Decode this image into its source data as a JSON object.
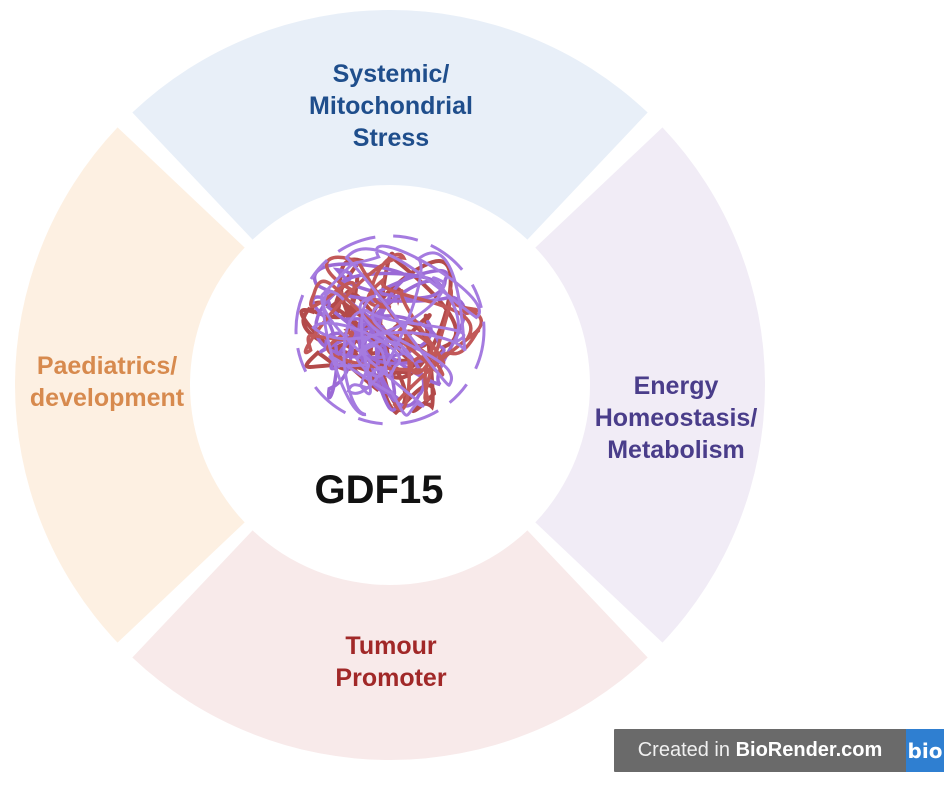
{
  "center": {
    "title": "GDF15"
  },
  "segments": {
    "top": {
      "lines": [
        "Systemic/",
        "Mitochondrial",
        "Stress"
      ],
      "color": "#1f4e8c",
      "fill": "#e8eff8"
    },
    "right": {
      "lines": [
        "Energy",
        "Homeostasis/",
        "Metabolism"
      ],
      "color": "#4a3d8a",
      "fill": "#f1ecf6"
    },
    "bottom": {
      "lines": [
        "Tumour",
        "Promoter"
      ],
      "color": "#a12828",
      "fill": "#f8eaea"
    },
    "left": {
      "lines": [
        "Paediatrics/",
        "development"
      ],
      "color": "#d78a4e",
      "fill": "#fdf0e2"
    }
  },
  "badge": {
    "prefix": "Created in ",
    "brand": "BioRender.com",
    "logo": "bio"
  },
  "icons": {
    "protein": "protein-coil-icon"
  }
}
